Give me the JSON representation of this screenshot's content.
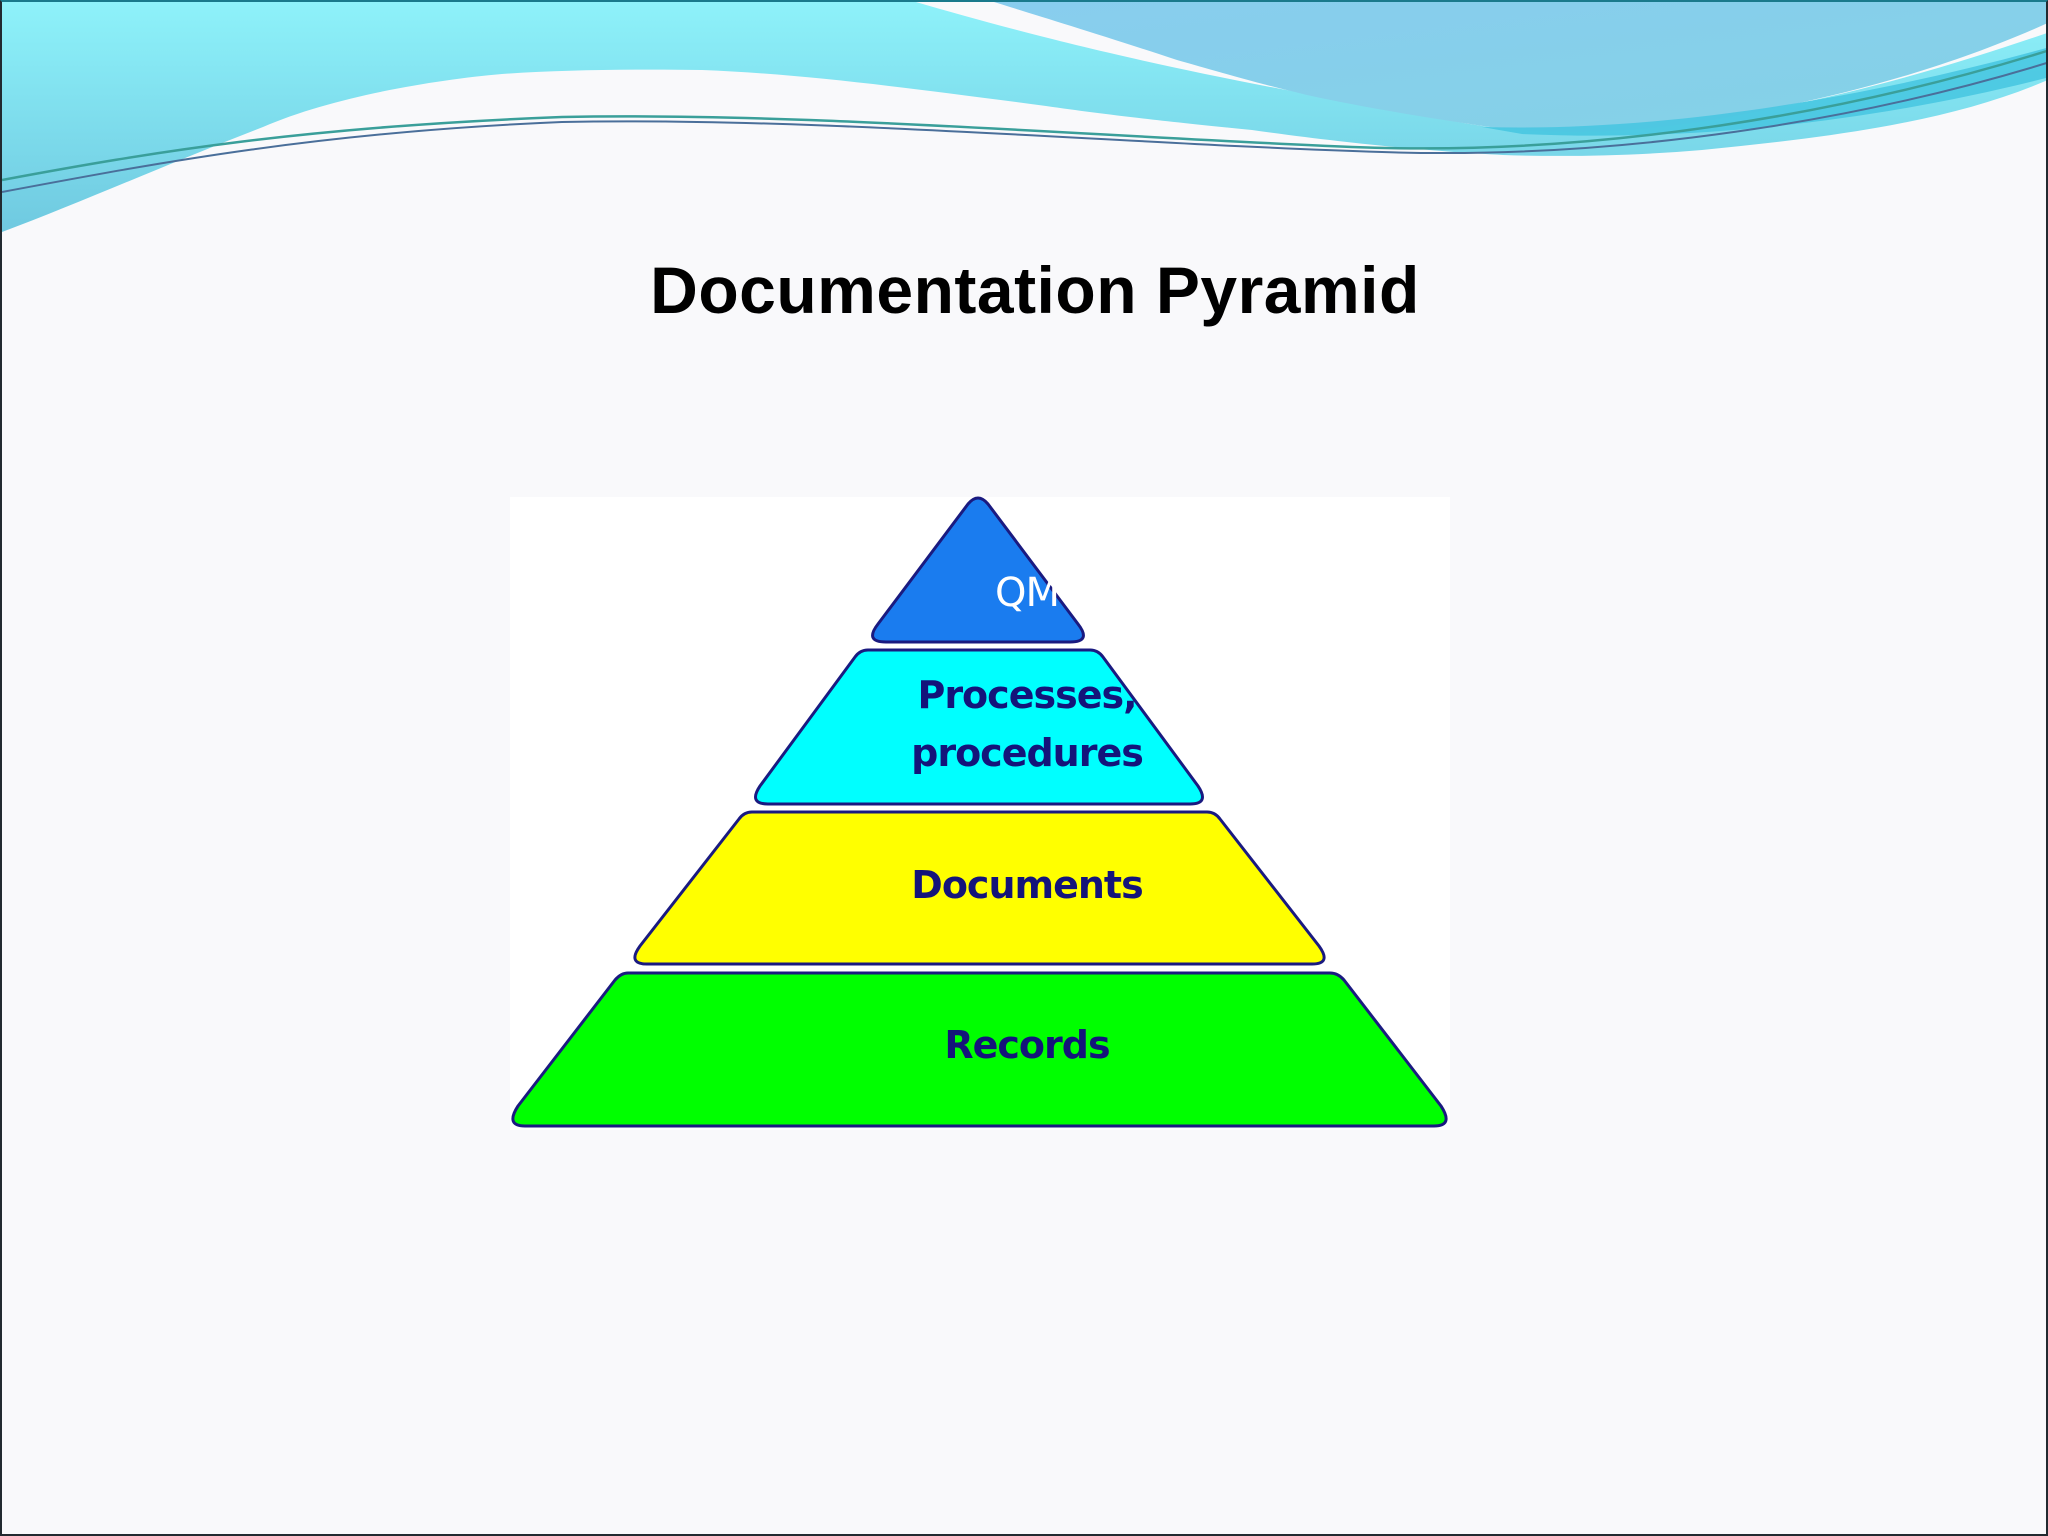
{
  "slide": {
    "title": "Documentation Pyramid",
    "background": "#f9f9fb"
  },
  "diagram": {
    "type": "pyramid",
    "tiers": [
      {
        "level": 1,
        "label": "QM",
        "fill": "#1a7cef",
        "text_color": "#ffffff"
      },
      {
        "level": 2,
        "label_line1": "Processes,",
        "label_line2": "procedures",
        "fill": "#00ffff",
        "text_color": "#14147a"
      },
      {
        "level": 3,
        "label": "Documents",
        "fill": "#ffff00",
        "text_color": "#14147a"
      },
      {
        "level": 4,
        "label": "Records",
        "fill": "#00ff00",
        "text_color": "#14147a"
      }
    ],
    "outline_color": "#1a1a80"
  },
  "decoration": {
    "wave_colors": [
      "#8ef0f8",
      "#86cfe9",
      "#45c6e0"
    ]
  }
}
